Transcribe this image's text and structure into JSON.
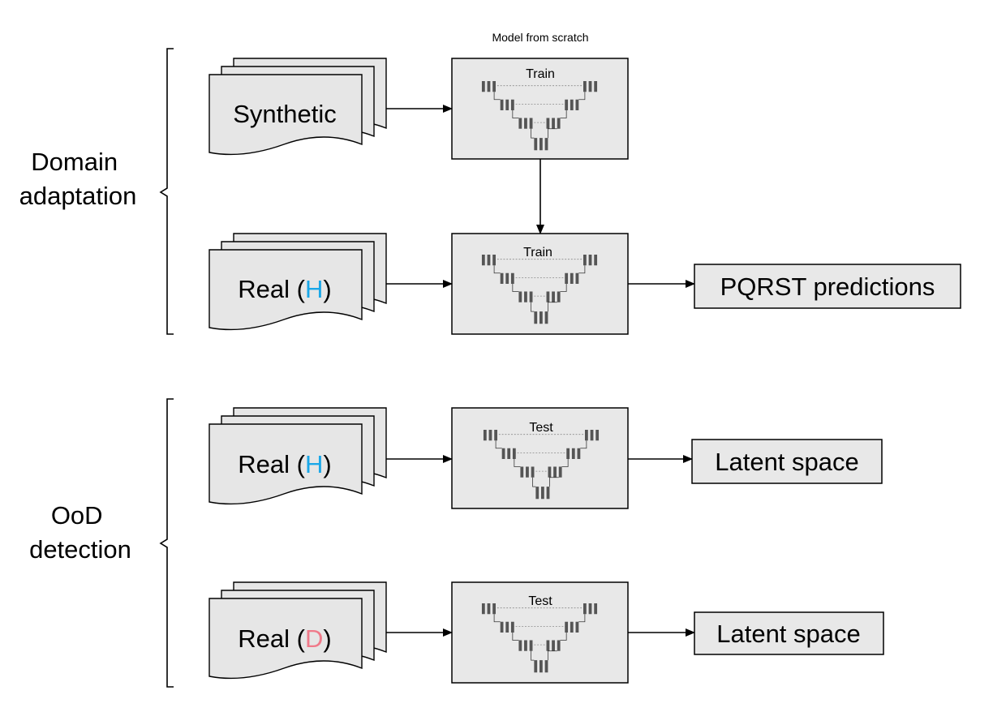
{
  "caption": "Model from scratch",
  "groups": [
    {
      "label_lines": [
        "Domain",
        "adaptation"
      ]
    },
    {
      "label_lines": [
        "OoD",
        "detection"
      ]
    }
  ],
  "rows": [
    {
      "input_prefix": "Synthetic",
      "input_letter": "",
      "input_suffix": "",
      "stage": "Train",
      "output": ""
    },
    {
      "input_prefix": "Real (",
      "input_letter": "H",
      "input_suffix": ")",
      "stage": "Train",
      "output": "PQRST predictions"
    },
    {
      "input_prefix": "Real (",
      "input_letter": "H",
      "input_suffix": ")",
      "stage": "Test",
      "output": "Latent space"
    },
    {
      "input_prefix": "Real (",
      "input_letter": "D",
      "input_suffix": ")",
      "stage": "Test",
      "output": "Latent space"
    }
  ],
  "colors": {
    "H": "#1aa7e8",
    "D": "#f07a8a",
    "fill": "#e8e8e8",
    "block": "#555555"
  }
}
